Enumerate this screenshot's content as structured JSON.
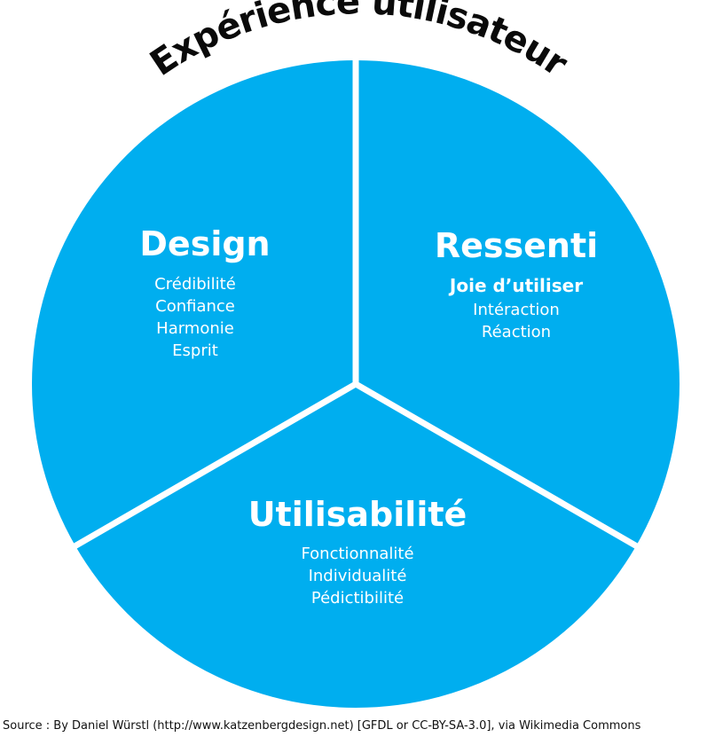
{
  "title": "Expérience utilisateur",
  "colors": {
    "segment": "#00aeef",
    "divider": "#ffffff",
    "title": "#0a0a0a"
  },
  "segments": {
    "design": {
      "title": "Design",
      "items": [
        "Crédibilité",
        "Confiance",
        "Harmonie",
        "Esprit"
      ]
    },
    "ressenti": {
      "title": "Ressenti",
      "highlight": "Joie d’utiliser",
      "items": [
        "Intéraction",
        "Réaction"
      ]
    },
    "utilisabilite": {
      "title": "Utilisabilité",
      "items": [
        "Fonctionnalité",
        "Individualité",
        "Pédictibilité"
      ]
    }
  },
  "source": "Source : By Daniel Würstl (http://www.katzenbergdesign.net) [GFDL or CC-BY-SA-3.0], via Wikimedia Commons"
}
